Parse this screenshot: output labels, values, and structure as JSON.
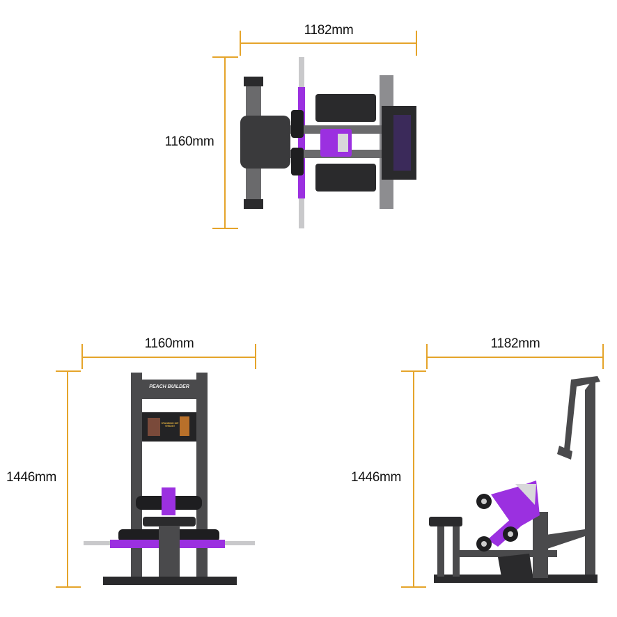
{
  "colors": {
    "dimension_line": "#e5a42a",
    "frame": "#4a4a4c",
    "accent": "#9b30e0",
    "pad": "#1e1e20"
  },
  "top_view": {
    "width_label": "1182mm",
    "depth_label": "1160mm"
  },
  "front_view": {
    "width_label": "1160mm",
    "height_label": "1446mm",
    "logo_text": "PEACH BUILDER",
    "poster_text": "STANDING HIP THRUST"
  },
  "side_view": {
    "width_label": "1182mm",
    "height_label": "1446mm"
  }
}
